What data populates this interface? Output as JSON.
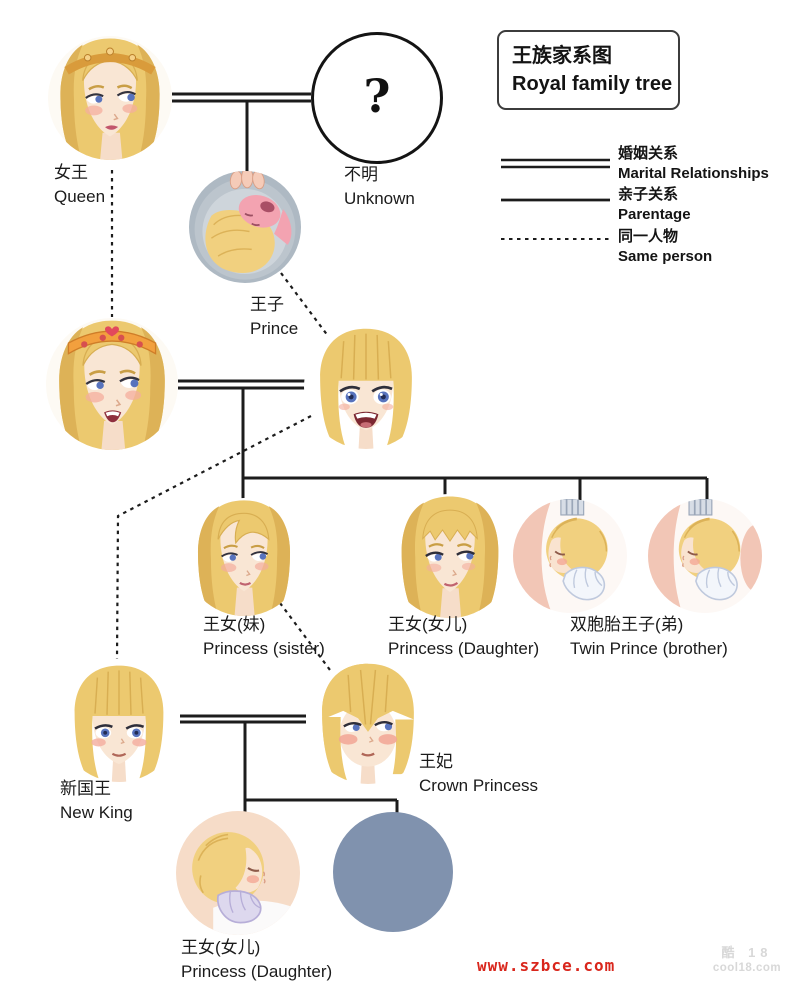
{
  "title": {
    "zh": "王族家系图",
    "en": "Royal family tree"
  },
  "legend": {
    "items": [
      {
        "line": "double",
        "zh": "婚姻关系",
        "en": "Marital Relationships"
      },
      {
        "line": "single",
        "zh": "亲子关系",
        "en": "Parentage"
      },
      {
        "line": "dashed",
        "zh": "同一人物",
        "en": "Same person"
      }
    ]
  },
  "persons": {
    "queen": {
      "zh": "女王",
      "en": "Queen"
    },
    "unknown": {
      "zh": "不明",
      "en": "Unknown",
      "symbol": "?"
    },
    "prince": {
      "zh": "王子",
      "en": "Prince"
    },
    "princess_sister": {
      "zh": "王女(妹)",
      "en": "Princess (sister)"
    },
    "princess_daughter": {
      "zh": "王女(女儿)",
      "en": "Princess (Daughter)"
    },
    "twin_prince": {
      "zh": "双胞胎王子(弟)",
      "en": "Twin Prince (brother)"
    },
    "new_king": {
      "zh": "新国王",
      "en": "New King"
    },
    "crown_princess": {
      "zh": "王妃",
      "en": "Crown Princess"
    },
    "baby_princess": {
      "zh": "王女(女儿)",
      "en": "Princess (Daughter)"
    }
  },
  "watermarks": {
    "site": "www.szbce.com",
    "corner_line1": "酷 18",
    "corner_line2": "cool18.com"
  },
  "colors": {
    "line": "#1c1c1c",
    "future_child_fill": "#8092ae",
    "site_watermark_red": "#d9261c",
    "corner_watermark_gray": "#d8d8d8"
  }
}
